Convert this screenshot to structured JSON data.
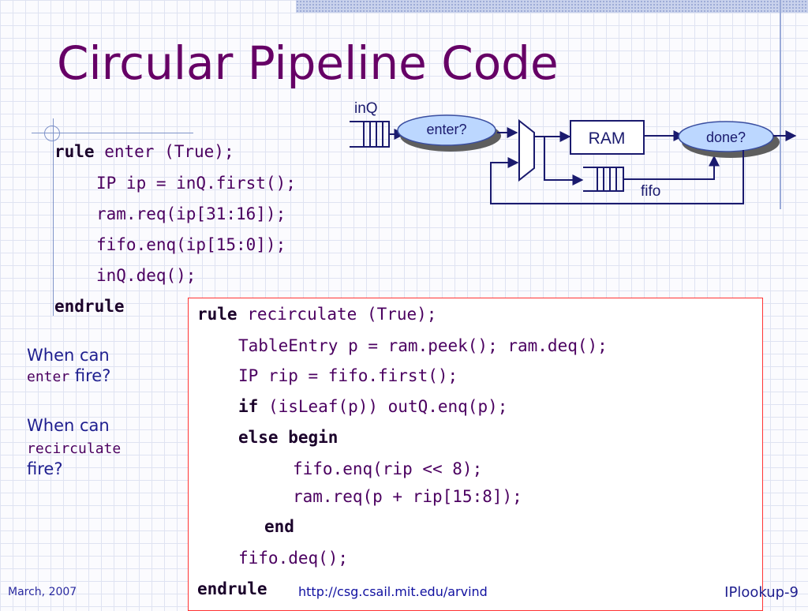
{
  "slide": {
    "title": "Circular Pipeline Code",
    "footer_date": "March, 2007",
    "footer_url": "http://csg.csail.mit.edu/arvind",
    "footer_page": "IPlookup-9"
  },
  "diagram": {
    "inq_label": "inQ",
    "enter_label": "enter?",
    "ram_label": "RAM",
    "done_label": "done?",
    "fifo_label": "fifo"
  },
  "enter_rule": {
    "kw_rule": "rule",
    "header": " enter (True);",
    "line1": "IP ip = inQ.first();",
    "line2": "ram.req(ip[31:16]);",
    "line3": "fifo.enq(ip[15:0]);",
    "line4": "inQ.deq();",
    "kw_endrule": "endrule"
  },
  "recirculate_rule": {
    "kw_rule": "rule",
    "header": " recirculate (True);",
    "line1": "TableEntry p = ram.peek(); ram.deq();",
    "line2": "IP rip = fifo.first();",
    "kw_if": "if",
    "line3_rest": " (isLeaf(p)) outQ.enq(p);",
    "kw_else_begin": "else begin",
    "line4": "fifo.enq(rip << 8);",
    "line5": "ram.req(p + rip[15:8]);",
    "kw_end": "end",
    "line6": "fifo.deq();",
    "kw_endrule": "endrule"
  },
  "questions": {
    "q1_a": "When can",
    "q1_code": "enter",
    "q1_b": "fire?",
    "q2_a": "When can",
    "q2_code": "recirculate",
    "q2_b": "fire?"
  }
}
